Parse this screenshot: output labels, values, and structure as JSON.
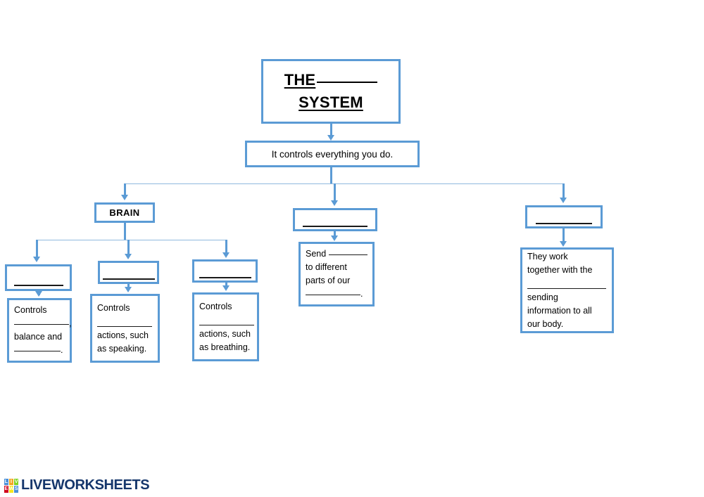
{
  "worksheet": {
    "title_line1_prefix": "THE",
    "title_line2": "SYSTEM",
    "subtitle": "It controls everything you do."
  },
  "level2": {
    "brain_label": "BRAIN",
    "nerves_label": "",
    "receptors_label": ""
  },
  "brain_parts": [
    {
      "label": ""
    },
    {
      "label": ""
    },
    {
      "label": ""
    }
  ],
  "descriptions": {
    "desc1": {
      "line1": "Controls",
      "line2_suffix": ",",
      "line3": "balance and",
      "line4_suffix": "."
    },
    "desc2": {
      "line1": "Controls",
      "line3": "actions, such",
      "line4": "as speaking."
    },
    "desc3": {
      "line1": "Controls",
      "line3": "actions, such",
      "line4": "as breathing."
    },
    "desc4": {
      "line1_prefix": "Send",
      "line2": "to different",
      "line3": "parts of our",
      "line4_suffix": "."
    },
    "desc5": {
      "line1": "They work",
      "line2": "together with the",
      "line4": "sending",
      "line5": "information to all",
      "line6": "our body."
    }
  },
  "footer": {
    "brand": "LIVEWORKSHEETS",
    "logo_letters": [
      "L",
      "I",
      "V",
      "E",
      "W",
      "S"
    ],
    "logo_colors": [
      "#4A90D9",
      "#F5A623",
      "#7ED321",
      "#D0021B",
      "#F8E71C",
      "#4A90D9"
    ]
  },
  "colors": {
    "box_border": "#5B9BD5",
    "connector": "#5B9BD5",
    "brand_text": "#15366B"
  }
}
